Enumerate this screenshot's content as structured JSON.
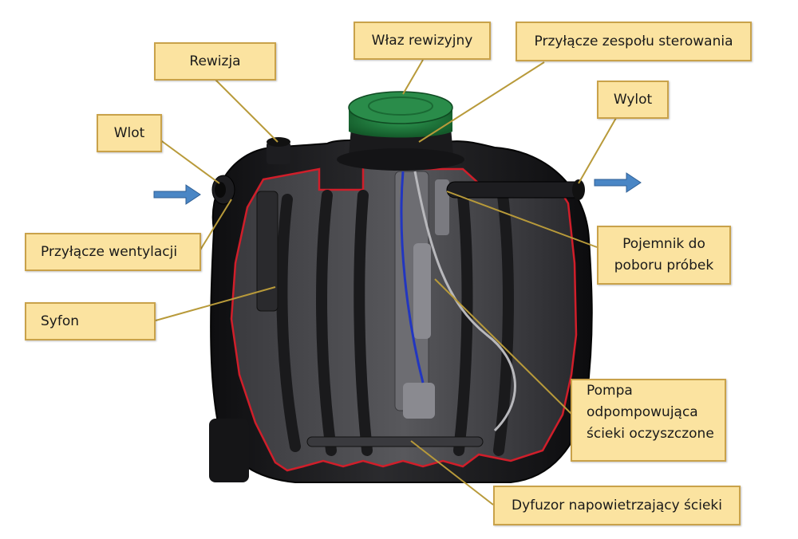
{
  "labels": {
    "rewizja": "Rewizja",
    "wlaz": "Właz rewizyjny",
    "przylacze_sterowania": "Przyłącze zespołu sterowania",
    "wlot": "Wlot",
    "wylot": "Wylot",
    "wentylacja": "Przyłącze wentylacji",
    "pojemnik": [
      "Pojemnik do",
      "poboru próbek"
    ],
    "syfon": "Syfon",
    "pompa": [
      "Pompa",
      "odpompowująca",
      "ścieki oczyszczone"
    ],
    "dyfuzor": "Dyfuzor napowietrzający ścieki"
  },
  "colors": {
    "label_fill": "#fbe3a0",
    "label_border": "#c9a24a",
    "tank_body": "#1c1c1e",
    "cutaway_edge": "#d01e2a",
    "lid": "#1e7a3c",
    "arrow": "#4a86c5"
  }
}
